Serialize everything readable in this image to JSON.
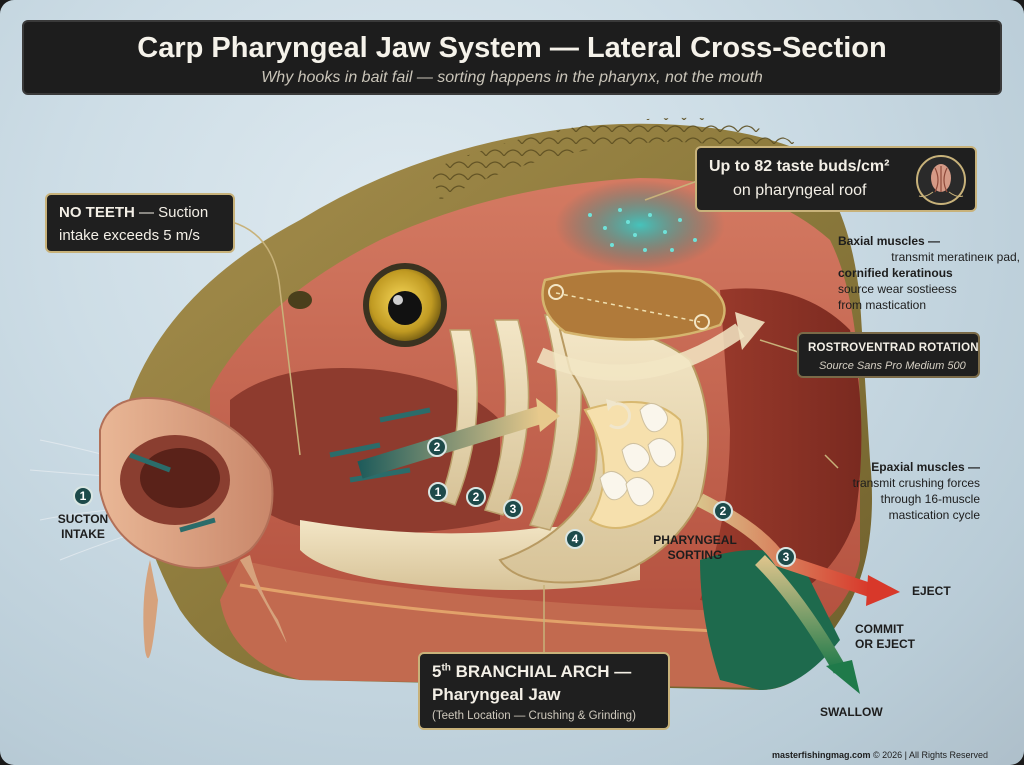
{
  "header": {
    "title": "Carp Pharyngeal Jaw System — Lateral Cross-Section",
    "subtitle": "Why hooks in bait fail — sorting happens in the pharynx, not the mouth"
  },
  "callouts": {
    "no_teeth_bold": "NO TEETH",
    "no_teeth_rest": " — Suction",
    "no_teeth_line2": "intake exceeds 5 m/s",
    "taste_line1": "Up to 82 taste buds/cm²",
    "taste_line2": "on pharyngeal roof",
    "rotation_title": "ROSTROVENTRAD ROTATION",
    "rotation_sub": "Source Sans Pro Medium 500",
    "arch_title_pre": "5",
    "arch_title_sup": "th",
    "arch_title_post": " BRANCHIAL ARCH —",
    "arch_line2": "Pharyngeal Jaw",
    "arch_line3": "(Teeth Location — Crushing & Grinding)"
  },
  "labels": {
    "baxial_title": "Baxial muscles —",
    "baxial_l2": "transmit meratineıĸ pad,",
    "baxial_l3": "cornified keratinous",
    "baxial_l4": "source wear sostieess",
    "baxial_l5": "from mastication",
    "epaxial_title": "Epaxial muscles —",
    "epaxial_l2": "transmit crushing forces",
    "epaxial_l3": "through 16-muscle",
    "epaxial_l4": "mastication cycle",
    "suction_l1": "SUCTON",
    "suction_l2": "INTAKE",
    "sorting_l1": "PHARYNGEAL",
    "sorting_l2": "SORTING",
    "eject": "EJECT",
    "commit_l1": "COMMIT",
    "commit_l2": "OR EJECT",
    "swallow": "SWALLOW"
  },
  "markers": [
    "1",
    "2",
    "1",
    "2",
    "3",
    "4",
    "2",
    "3"
  ],
  "footer": {
    "site": "masterfishingmag.com",
    "rest": " © 2026 | All Rights Reserved"
  },
  "colors": {
    "accent_gold": "#c8b27a",
    "teal_arrow": "#2f7d78",
    "eject_red": "#d8382a",
    "swallow_green": "#1f7a4a"
  }
}
